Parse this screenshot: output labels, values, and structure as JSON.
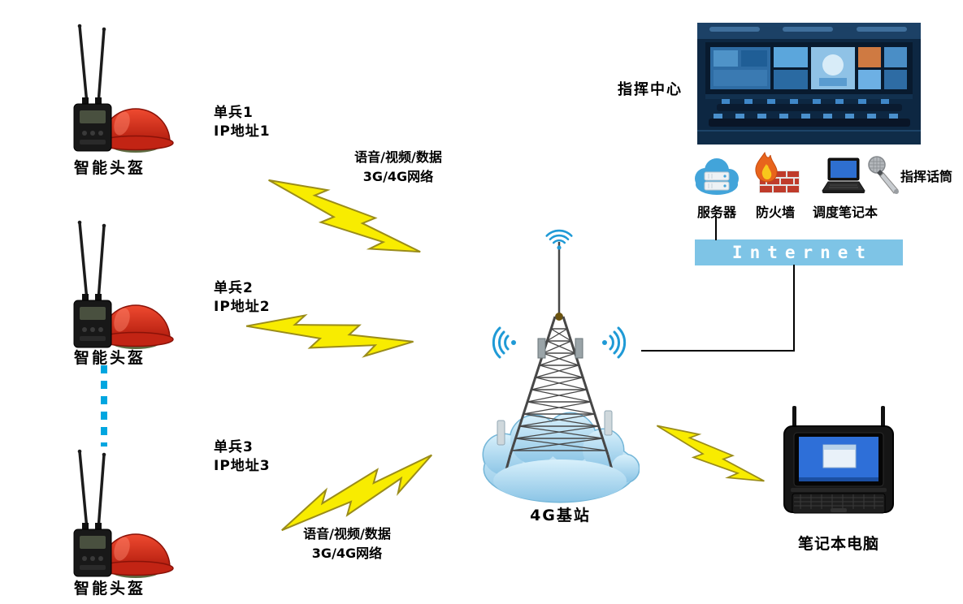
{
  "nodes": {
    "helmets": [
      {
        "label": "智能头盔"
      },
      {
        "label": "智能头盔"
      },
      {
        "label": "智能头盔"
      }
    ],
    "soldiers": [
      {
        "name": "单兵1",
        "ip": "IP地址1"
      },
      {
        "name": "单兵2",
        "ip": "IP地址2"
      },
      {
        "name": "单兵3",
        "ip": "IP地址3"
      }
    ],
    "link_labels": {
      "top": {
        "line1": "语音/视频/数据",
        "line2": "3G/4G网络"
      },
      "bottom": {
        "line1": "语音/视频/数据",
        "line2": "3G/4G网络"
      }
    },
    "base_station": {
      "label": "4G基站"
    },
    "command_center": {
      "label": "指挥中心"
    },
    "server": {
      "label": "服务器"
    },
    "firewall": {
      "label": "防火墙"
    },
    "dispatch_laptop": {
      "label": "调度笔记本"
    },
    "command_mic": {
      "label": "指挥话筒"
    },
    "internet": {
      "label": "Internet"
    },
    "field_laptop": {
      "label": "笔记本电脑"
    }
  },
  "colors": {
    "bolt_fill": "#f8ec00",
    "bolt_stroke": "#9a8c1a",
    "internet_bar": "#7ec4e6",
    "dotted_link": "#00a6e0",
    "wifi_signal": "#1f9ad6",
    "helmet_red": "#d93a24",
    "cloud_blue": "#aed9f2",
    "connector": "#000000"
  }
}
